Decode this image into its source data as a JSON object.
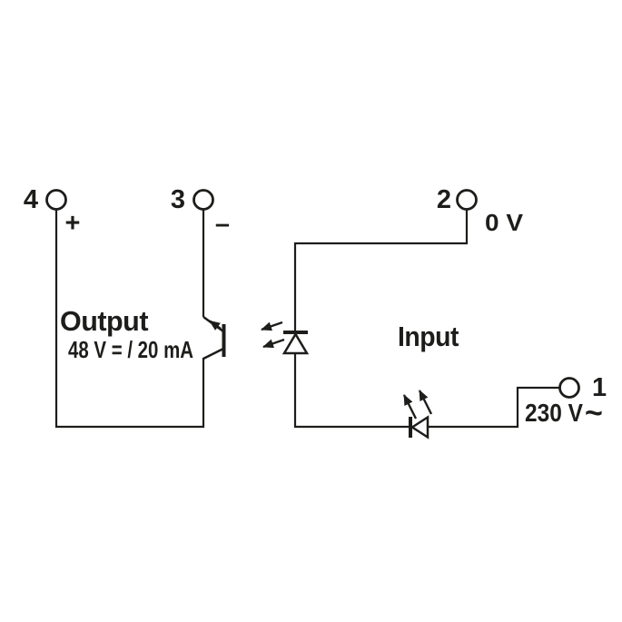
{
  "diagram": {
    "kind": "optocoupler-relay-schematic",
    "colors": {
      "line": "#1d1d1b",
      "background": "#ffffff"
    },
    "output": {
      "title": "Output",
      "rating": "48 V = / 20 mA",
      "terminal4": {
        "number": "4",
        "sign": "+"
      },
      "terminal3": {
        "number": "3",
        "sign": "–"
      }
    },
    "input": {
      "title": "Input",
      "terminal2": {
        "number": "2",
        "label": "0 V"
      },
      "terminal1": {
        "number": "1",
        "label": "230 V",
        "ac_symbol": "~"
      }
    }
  }
}
